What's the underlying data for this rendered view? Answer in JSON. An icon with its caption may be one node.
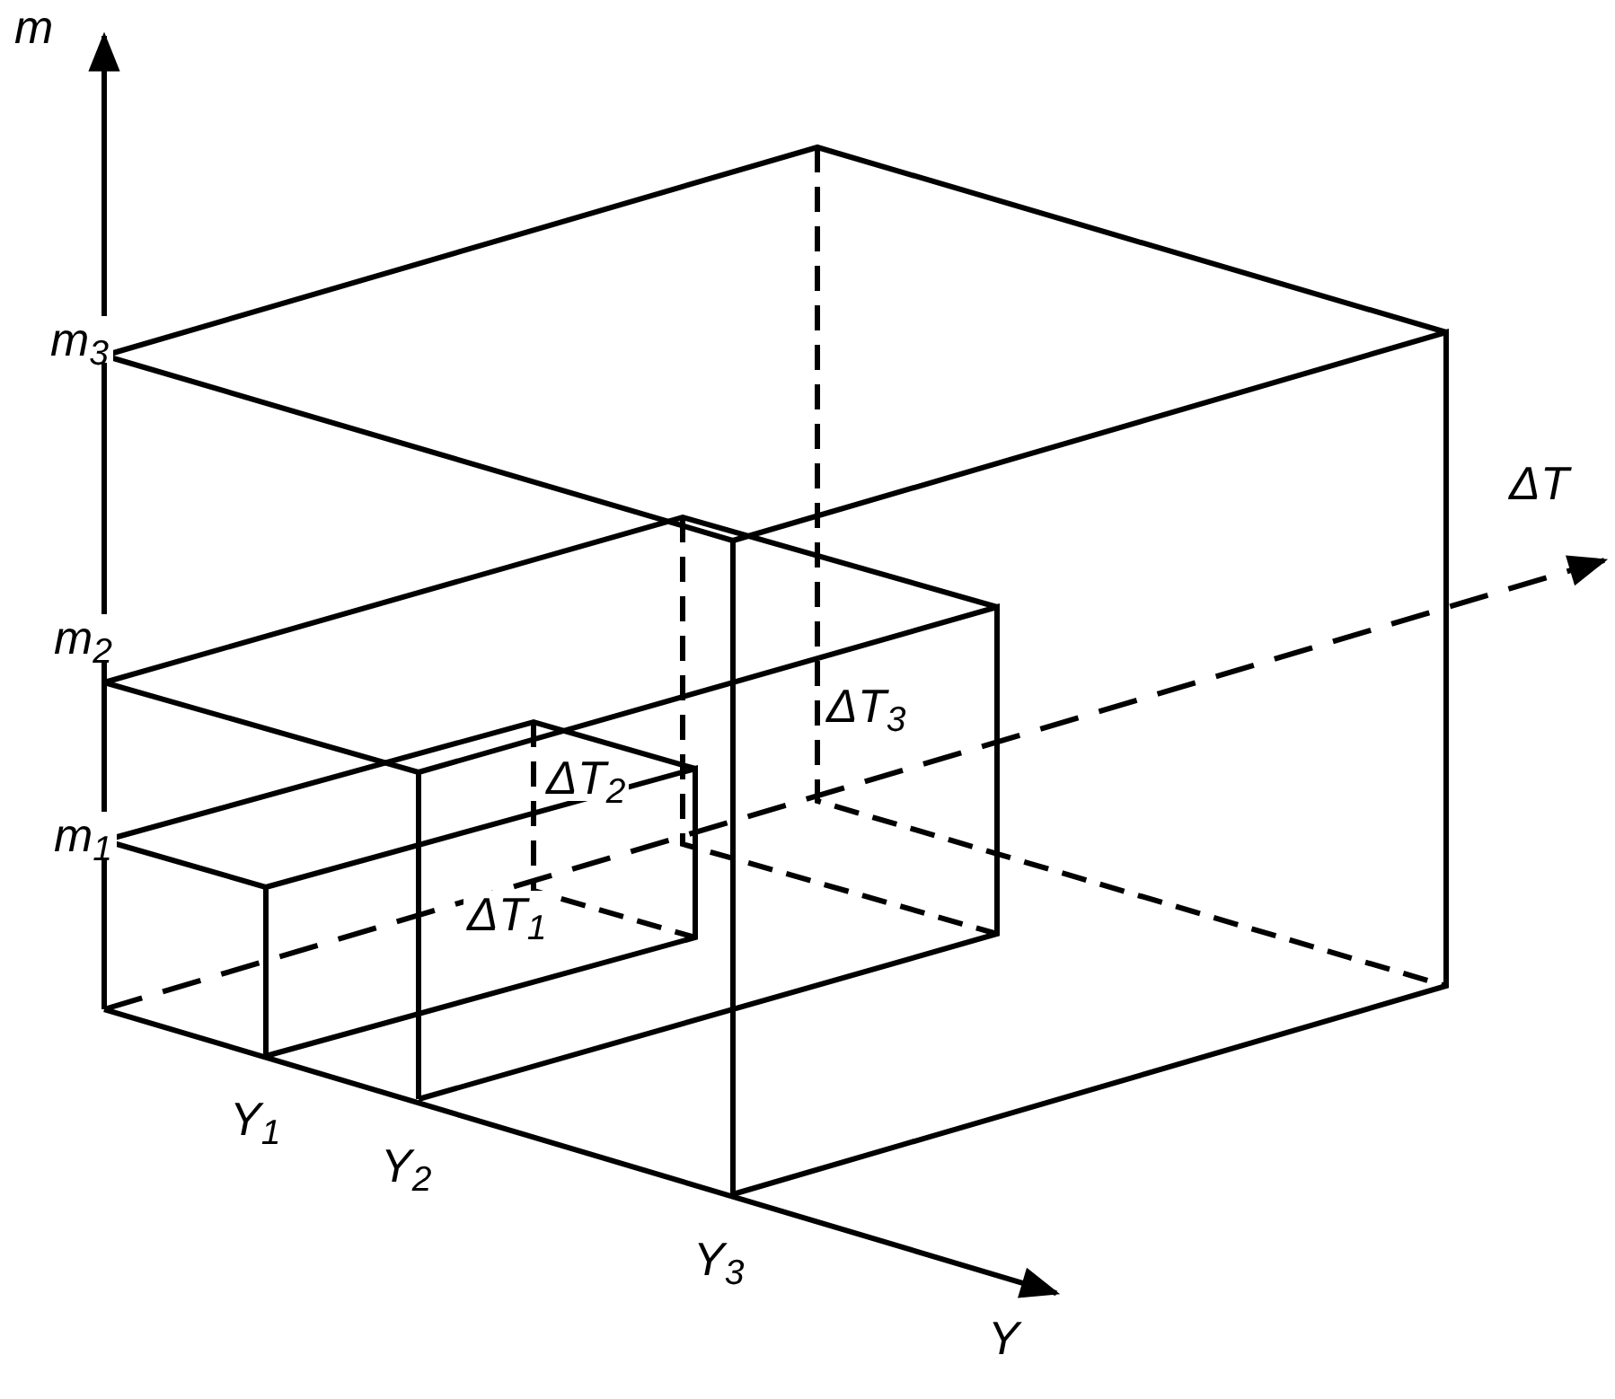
{
  "diagram": {
    "labels": [
      "m",
      "m$_{3}$",
      "ΔT",
      "m$_{2}$",
      "ΔT$_{3}$",
      "ΔT$_{2}$",
      "m$_{1}$",
      "ΔT$_{1}$",
      "Y$_{1}$",
      "Y$_{2}$",
      "Y$_{3}$",
      "Y"
    ]
  }
}
